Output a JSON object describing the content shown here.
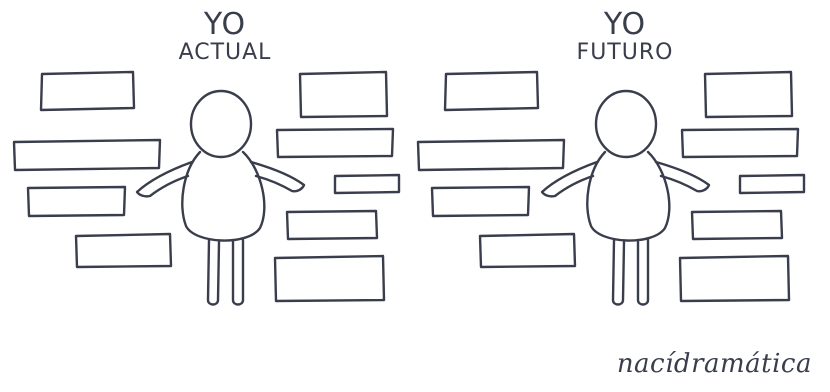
{
  "panels": {
    "left": {
      "title_line1": "YO",
      "title_line2": "ACTUAL"
    },
    "right": {
      "title_line1": "YO",
      "title_line2": "FUTURO"
    }
  },
  "signature": "nacídramática",
  "colors": {
    "ink": "#3a3d4c",
    "background": "#ffffff"
  }
}
